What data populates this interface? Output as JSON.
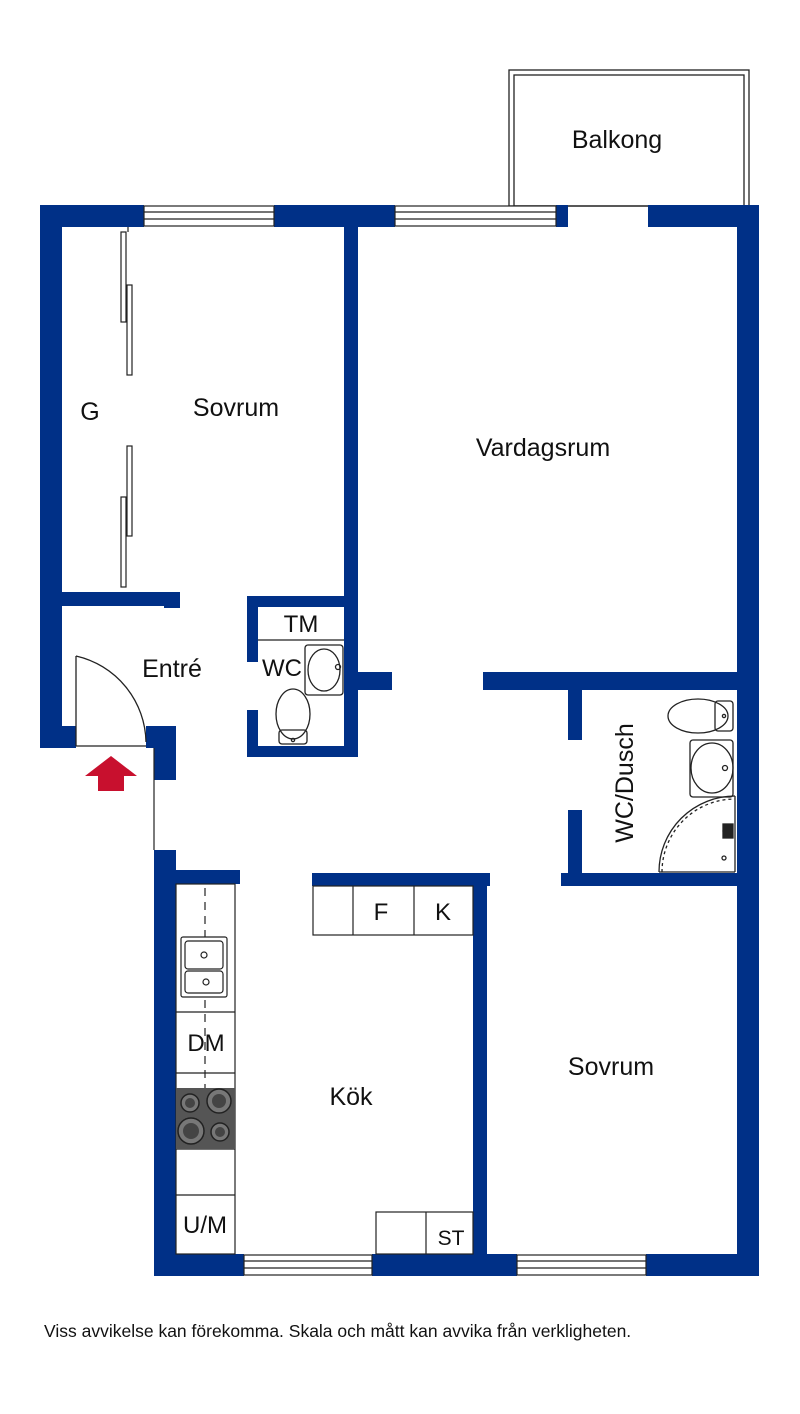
{
  "colors": {
    "wall": "#003087",
    "arrow": "#c8102e",
    "line": "#222222",
    "appliance_dark": "#333333"
  },
  "rooms": {
    "balkong": "Balkong",
    "sovrum_top": "Sovrum",
    "g": "G",
    "vardagsrum": "Vardagsrum",
    "entre": "Entré",
    "tm": "TM",
    "wc": "WC",
    "wc_dusch": "WC/Dusch",
    "f": "F",
    "k": "K",
    "dm": "DM",
    "kok": "Kök",
    "sovrum_bottom": "Sovrum",
    "um": "U/M",
    "st": "ST"
  },
  "icons": {
    "entrance": "entrance-arrow-icon",
    "door": "door-swing-icon",
    "toilet": "toilet-icon",
    "sink": "sink-icon",
    "shower": "shower-icon",
    "stove": "stove-icon",
    "kitchen_sink": "kitchen-sink-icon",
    "window": "window-icon"
  },
  "disclaimer": "Viss avvikelse kan förekomma. Skala och mått kan avvika från verkligheten."
}
